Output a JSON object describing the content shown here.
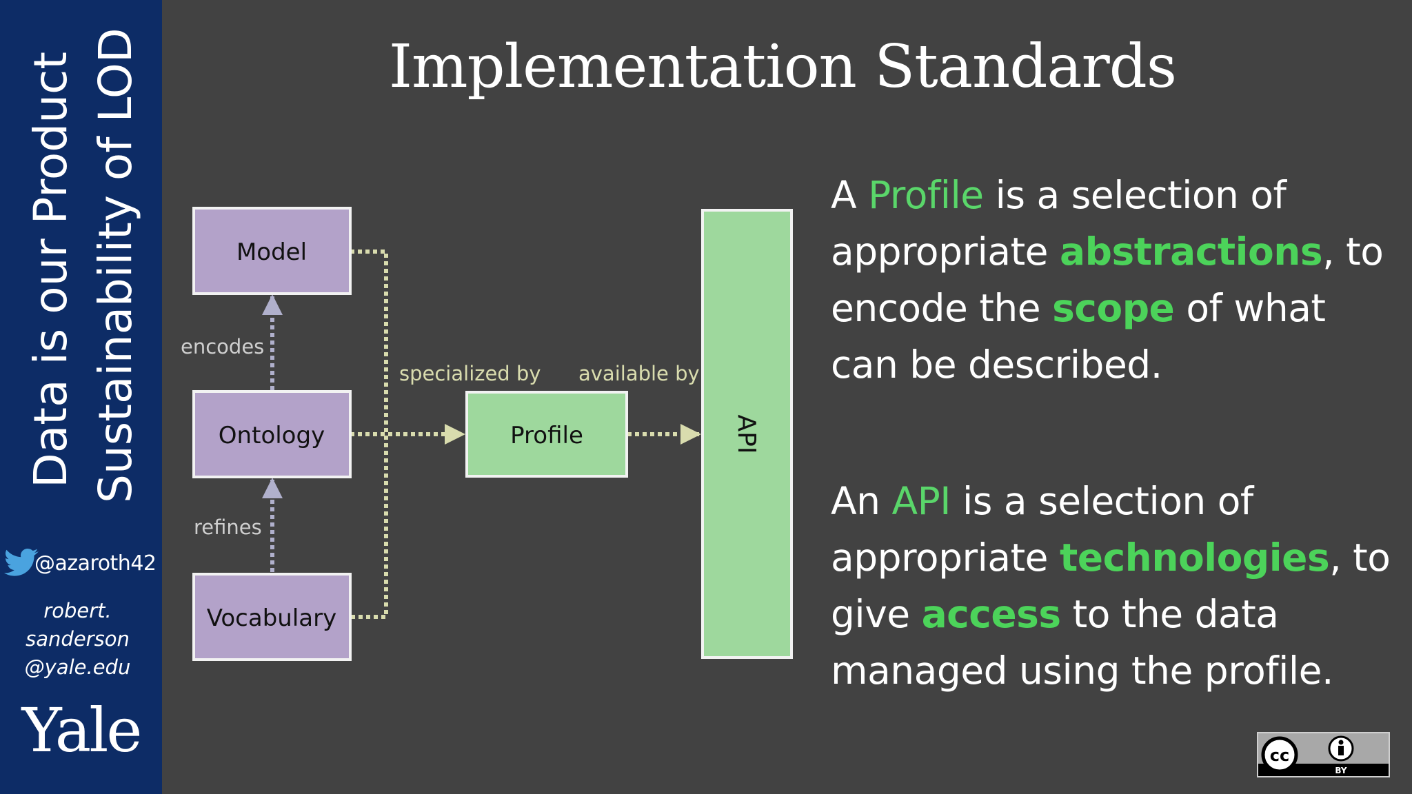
{
  "sidebar": {
    "title_line1": "Data is our Product",
    "title_line2": "Sustainability of LOD",
    "twitter_handle": "@azaroth42",
    "email_line1": "robert.",
    "email_line2": "sanderson",
    "email_line3": "@yale.edu",
    "logo_text": "Yale"
  },
  "slide": {
    "title": "Implementation Standards"
  },
  "diagram": {
    "nodes": {
      "model": "Model",
      "ontology": "Ontology",
      "vocabulary": "Vocabulary",
      "profile": "Profile",
      "api": "API"
    },
    "edge_labels": {
      "encodes": "encodes",
      "refines": "refines",
      "specialized_by": "specialized by",
      "available_by": "available by"
    },
    "colors": {
      "abstraction_box": "#b3a2c9",
      "profile_box": "#9ed89d",
      "api_box": "#9ed89d",
      "connector": "#d9dcae",
      "vertical_arrow": "#a9a9c8",
      "label": "#d0d0d0",
      "edge_label": "#d9dcae"
    }
  },
  "definitions": {
    "profile": {
      "t1": "A ",
      "term": "Profile",
      "t2": " is a selection of appropriate ",
      "k1": "abstractions",
      "t3": ", to encode the ",
      "k2": "scope",
      "t4": " of what can be described."
    },
    "api": {
      "t1": "An ",
      "term": "API",
      "t2": " is a selection of appropriate ",
      "k1": "technologies",
      "t3": ", to give ",
      "k2": "access",
      "t4": " to the data managed using the profile."
    },
    "highlight_color": "#4cd35a"
  },
  "license": {
    "badge_text": "BY",
    "cc_text": "cc"
  }
}
